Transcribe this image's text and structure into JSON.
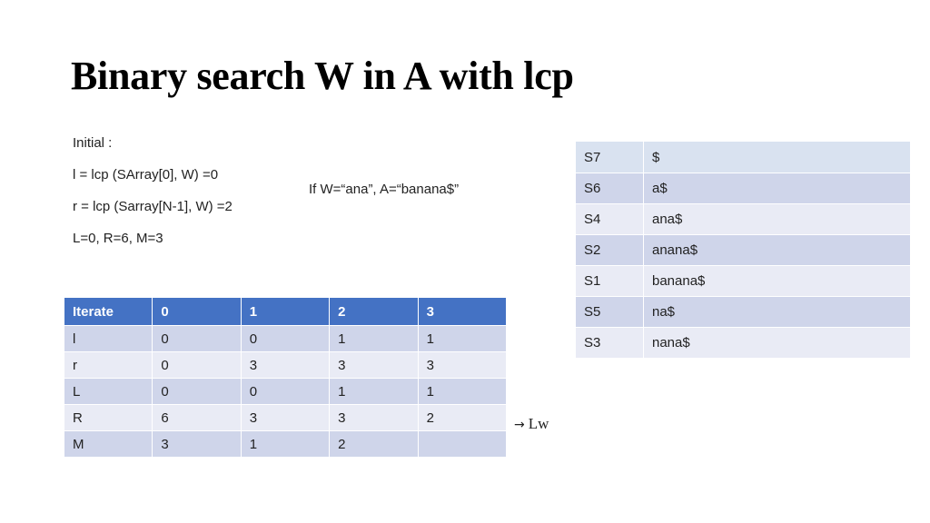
{
  "title": "Binary search W in A with lcp",
  "initial": {
    "heading": "Initial :",
    "lines": [
      "l = lcp (SArray[0], W) =0",
      "r = lcp (Sarray[N-1], W) =2",
      "L=0, R=6, M=3"
    ]
  },
  "example": "If W=“ana”, A=“banana$”",
  "iteration_table": {
    "header": [
      "Iterate",
      "0",
      "1",
      "2",
      "3"
    ],
    "rows": [
      [
        "l",
        "0",
        "0",
        "1",
        "1"
      ],
      [
        "r",
        "0",
        "3",
        "3",
        "3"
      ],
      [
        "L",
        "0",
        "0",
        "1",
        "1"
      ],
      [
        "R",
        "6",
        "3",
        "3",
        "2"
      ],
      [
        "M",
        "3",
        "1",
        "2",
        ""
      ]
    ]
  },
  "result_annotation": {
    "icon": "right-arrow-icon",
    "arrow": "→",
    "label": "Lw"
  },
  "suffix_array_table": {
    "rows": [
      [
        "S7",
        "$"
      ],
      [
        "S6",
        "a$"
      ],
      [
        "S4",
        "ana$"
      ],
      [
        "S2",
        "anana$"
      ],
      [
        "S1",
        "banana$"
      ],
      [
        "S5",
        "na$"
      ],
      [
        "S3",
        "nana$"
      ]
    ]
  },
  "colors": {
    "header_blue": "#4472c4",
    "row_dark": "#cfd5ea",
    "row_light": "#e9ebf5",
    "row_first_sa": "#d9e2f0"
  }
}
